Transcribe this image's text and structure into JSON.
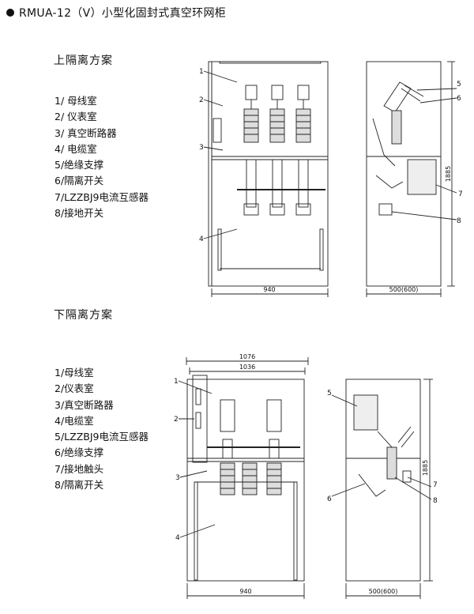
{
  "page": {
    "title": "RMUA-12（V）小型化固封式真空环网柜"
  },
  "upper": {
    "heading": "上隔离方案",
    "legend": [
      "1/ 母线室",
      "2/ 仪表室",
      "3/ 真空断路器",
      "4/ 电缆室",
      "5/绝缘支撑",
      "6/隔离开关",
      "7/LZZBJ9电流互感器",
      "8/接地开关"
    ],
    "front": {
      "width_dim": "940",
      "callouts": [
        "1",
        "2",
        "3",
        "4"
      ]
    },
    "side": {
      "width_dim": "500(600)",
      "height_dim": "1885",
      "callouts": [
        "5",
        "6",
        "7",
        "8"
      ]
    }
  },
  "lower": {
    "heading": "下隔离方案",
    "legend": [
      "1/母线室",
      "2/仪表室",
      "3/真空断路器",
      "4/电缆室",
      "5/LZZBJ9电流互感器",
      "6/绝缘支撑",
      "7/接地触头",
      "8/隔离开关"
    ],
    "front": {
      "top_dim_outer": "1076",
      "top_dim_inner": "1036",
      "width_dim": "940",
      "callouts": [
        "1",
        "2",
        "3",
        "4"
      ]
    },
    "side": {
      "width_dim": "500(600)",
      "height_dim": "1885",
      "callouts": [
        "5",
        "6",
        "7",
        "8"
      ]
    }
  }
}
